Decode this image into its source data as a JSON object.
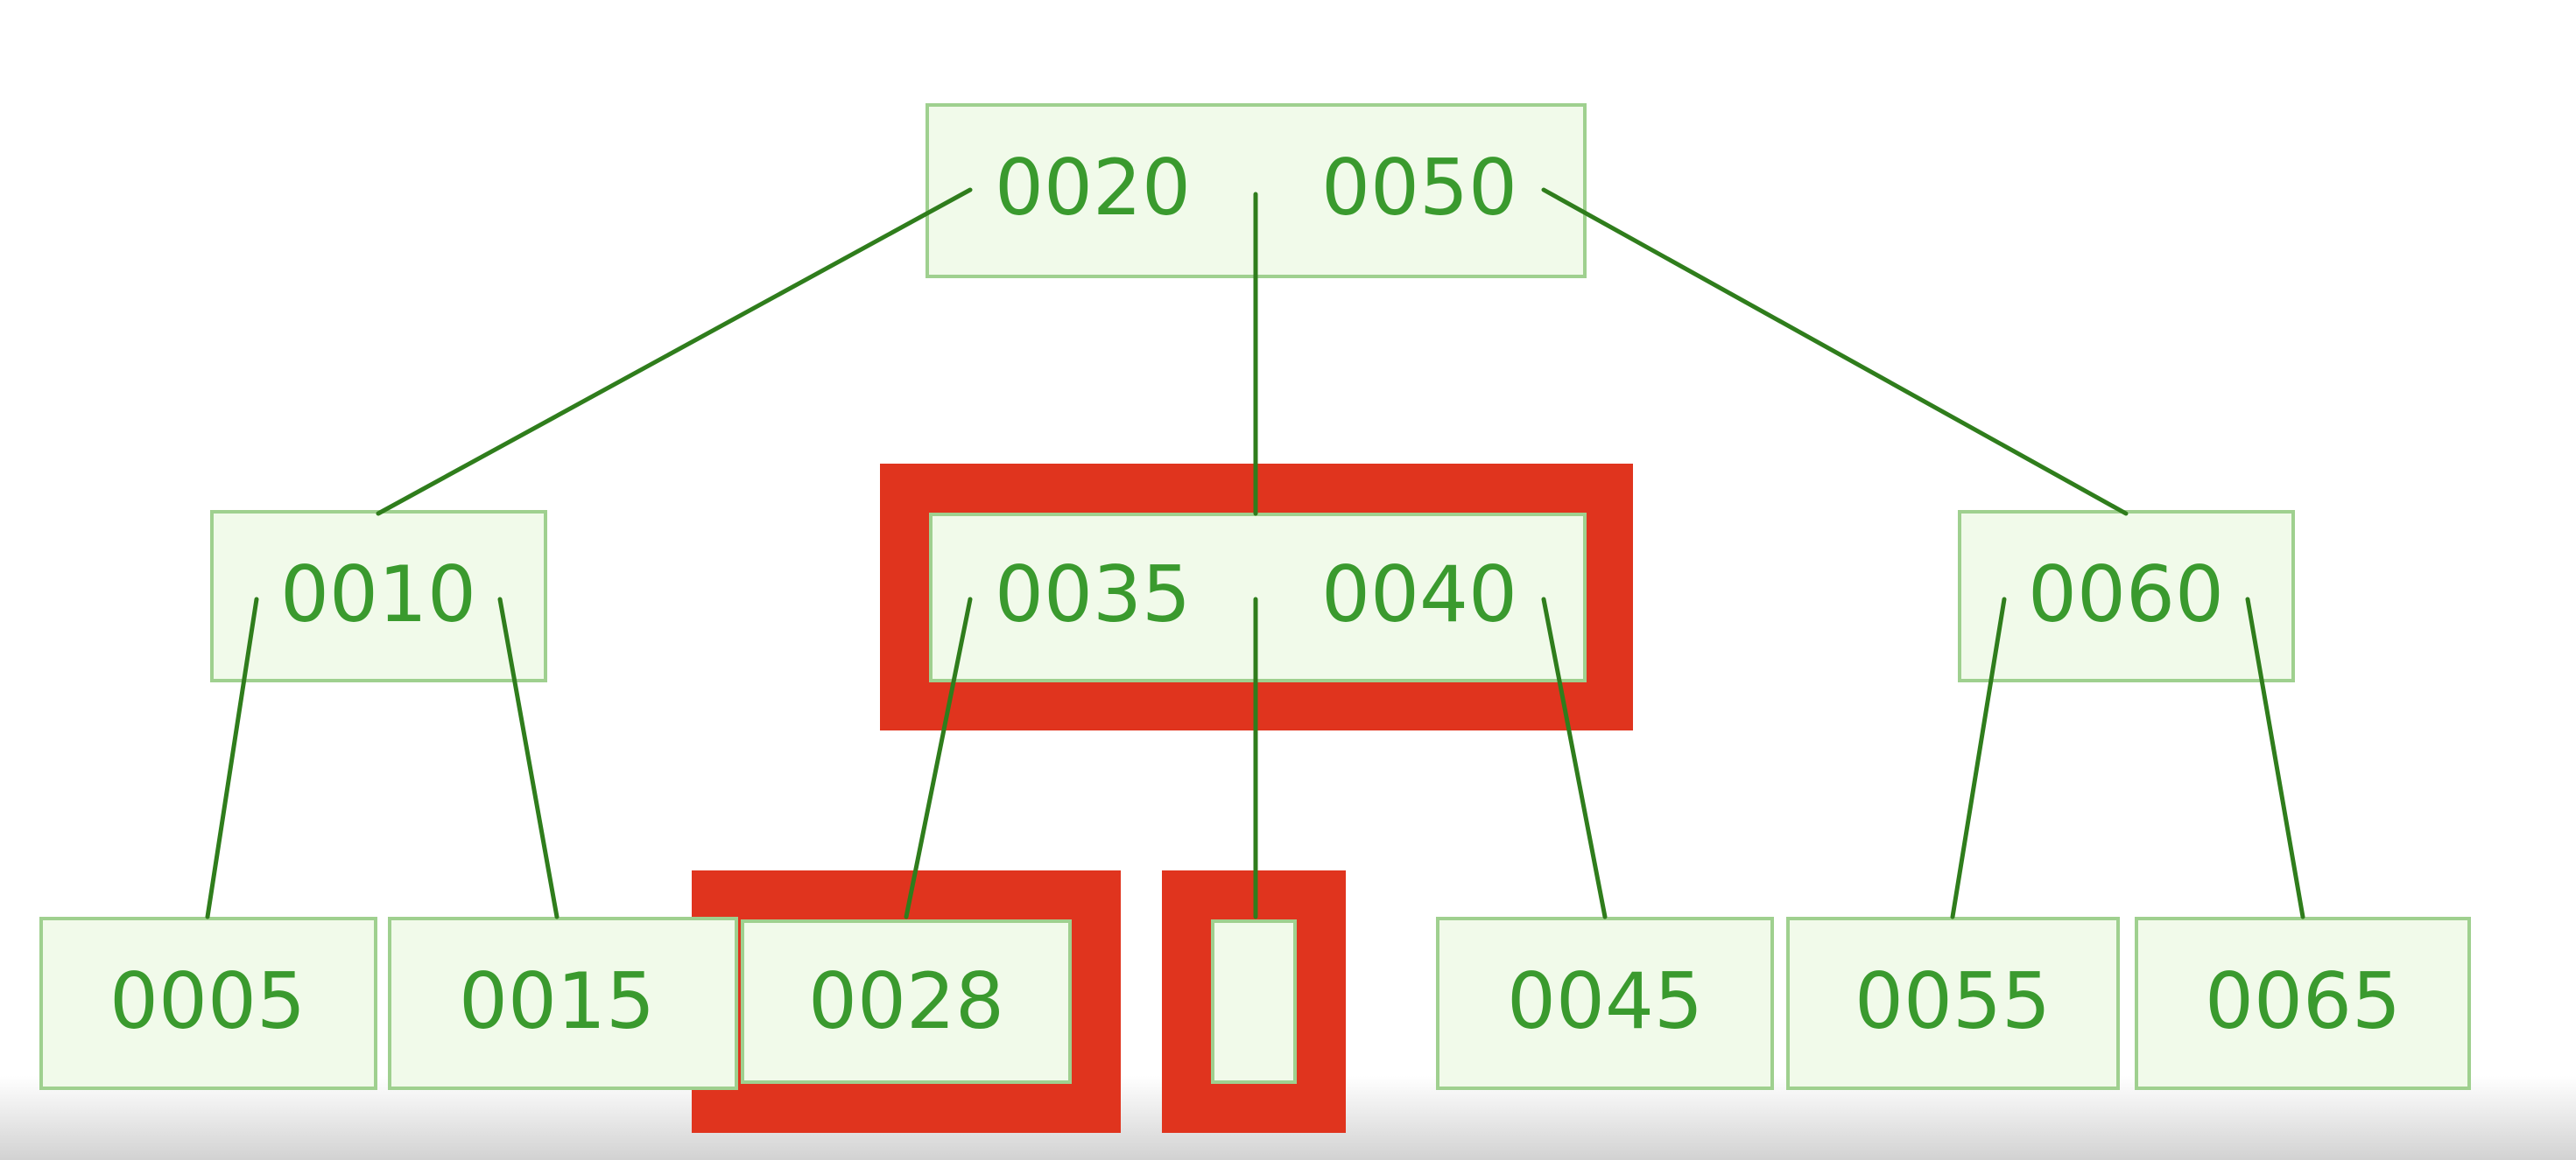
{
  "colors": {
    "node_fill": "#f1faea",
    "node_border": "#9fd08f",
    "key_text": "#3a9a2e",
    "edge": "#2f7d1c",
    "highlight": "#e0341e"
  },
  "tree": {
    "root": {
      "keys": [
        "0020",
        "0050"
      ]
    },
    "internal": [
      {
        "keys": [
          "0010"
        ]
      },
      {
        "keys": [
          "0035",
          "0040"
        ],
        "highlighted": true
      },
      {
        "keys": [
          "0060"
        ]
      }
    ],
    "leaves": [
      {
        "keys": [
          "0005"
        ]
      },
      {
        "keys": [
          "0015"
        ]
      },
      {
        "keys": [
          "0028"
        ],
        "highlighted": true
      },
      {
        "keys": [],
        "highlighted": true
      },
      {
        "keys": [
          "0045"
        ]
      },
      {
        "keys": [
          "0055"
        ]
      },
      {
        "keys": [
          "0065"
        ]
      }
    ]
  }
}
